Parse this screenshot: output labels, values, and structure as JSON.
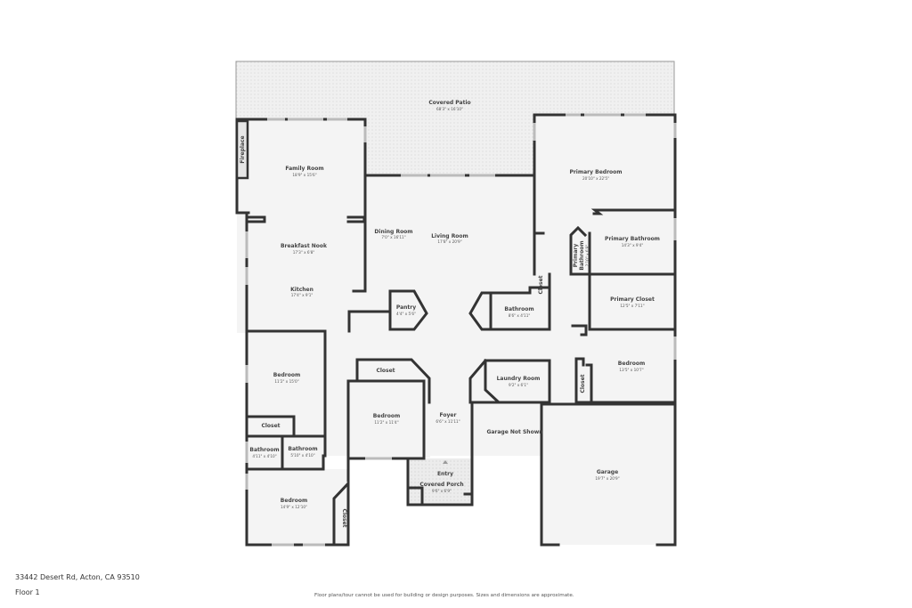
{
  "footer": {
    "address": "33442 Desert Rd, Acton, CA 93510",
    "floor": "Floor 1",
    "disclaimer": "Floor plans/tour cannot be used for building or design purposes. Sizes and dimensions are approximate."
  },
  "rooms": {
    "covered_patio": {
      "name": "Covered Patio",
      "dim": "68'3\" x 16'10\""
    },
    "fireplace": {
      "name": "Fireplace"
    },
    "family_room": {
      "name": "Family Room",
      "dim": "18'9\" x 15'6\""
    },
    "primary_bedroom": {
      "name": "Primary Bedroom",
      "dim": "20'10\" x 22'5\""
    },
    "dining_room": {
      "name": "Dining Room",
      "dim": "7'0\" x 16'11\""
    },
    "living_room": {
      "name": "Living Room",
      "dim": "17'8\" x 20'9\""
    },
    "breakfast_nook": {
      "name": "Breakfast Nook",
      "dim": "17'3\" x 6'8\""
    },
    "primary_bathroom": {
      "name": "Primary Bathroom",
      "dim": "14'3\" x 9'4\""
    },
    "primary_bathroom_small_1": {
      "name": "Primary"
    },
    "primary_bathroom_small_2": {
      "name": "Bathroom"
    },
    "primary_bathroom_small_dim": {
      "dim": "2'10\" x 6'8\""
    },
    "kitchen": {
      "name": "Kitchen",
      "dim": "17'4\" x 9'1\""
    },
    "pantry": {
      "name": "Pantry",
      "dim": "4'4\" x 5'6\""
    },
    "bathroom_hall": {
      "name": "Bathroom",
      "dim": "8'6\" x 4'11\""
    },
    "closet_hall": {
      "name": "Closet"
    },
    "primary_closet": {
      "name": "Primary Closet",
      "dim": "12'5\" x 7'11\""
    },
    "bedroom_left_top": {
      "name": "Bedroom",
      "dim": "11'2\" x 15'0\""
    },
    "closet_left_top": {
      "name": "Closet"
    },
    "bedroom_center": {
      "name": "Bedroom",
      "dim": "11'2\" x 11'4\""
    },
    "closet_center": {
      "name": "Closet"
    },
    "foyer": {
      "name": "Foyer",
      "dim": "6'6\" x 11'11\""
    },
    "laundry_room": {
      "name": "Laundry Room",
      "dim": "9'2\" x 6'1\""
    },
    "bedroom_right": {
      "name": "Bedroom",
      "dim": "13'5\" x 10'7\""
    },
    "closet_right": {
      "name": "Closet"
    },
    "garage_not_shown": {
      "name": "Garage Not Shown"
    },
    "bathroom_left_1": {
      "name": "Bathroom",
      "dim": "4'11\" x 4'10\""
    },
    "bathroom_left_2": {
      "name": "Bathroom",
      "dim": "5'10\" x 4'10\""
    },
    "entry": {
      "name": "Entry"
    },
    "covered_porch": {
      "name": "Covered Porch",
      "dim": "9'6\" x 6'9\""
    },
    "garage": {
      "name": "Garage",
      "dim": "19'7\" x 20'9\""
    },
    "bedroom_left_bottom": {
      "name": "Bedroom",
      "dim": "14'9\" x 12'10\""
    },
    "closet_left_bottom": {
      "name": "Closet"
    }
  },
  "colors": {
    "wall": "#333333",
    "floor": "#f4f4f4",
    "patio": "#eeeeee",
    "text": "#444444"
  }
}
